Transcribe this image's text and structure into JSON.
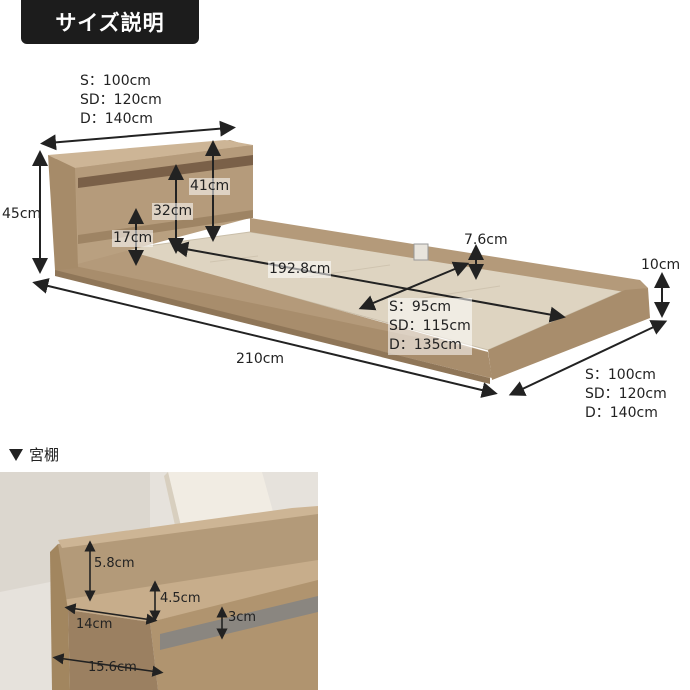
{
  "header": {
    "title": "サイズ説明"
  },
  "bed_diagram": {
    "top_width": [
      "S：100cm",
      "SD：120cm",
      "D：140cm"
    ],
    "height_total": "45cm",
    "headboard_upper": "41cm",
    "headboard_mid": "32cm",
    "headboard_low": "17cm",
    "inner_length": "192.8cm",
    "frame_step": "7.6cm",
    "frame_height": "10cm",
    "inner_width": [
      "S：95cm",
      "SD：115cm",
      "D：135cm"
    ],
    "length_total": "210cm",
    "bottom_width": [
      "S：100cm",
      "SD：120cm",
      "D：140cm"
    ]
  },
  "shelf_section": {
    "heading": "宮棚",
    "labels": {
      "back_height": "5.8cm",
      "front_height": "4.5cm",
      "depth": "14cm",
      "outlet_gap": "3cm",
      "total_depth": "15.6cm"
    }
  },
  "colors": {
    "wood": "#b49a7a",
    "wood_dark": "#8f7658",
    "board": "#ded4c1",
    "badge": "#1c1c1c"
  }
}
